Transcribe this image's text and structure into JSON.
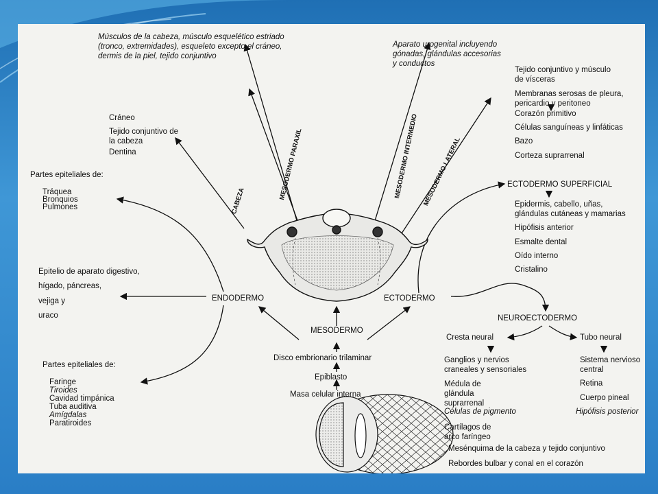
{
  "top_left_label": "Músculos de la cabeza, músculo esquelético estriado\n(tronco, extremidades), esqueleto excepto el cráneo,\ndermis de la piel, tejido conjuntivo",
  "top_right_label": "Aparato urogenital incluyendo\ngónadas, glándulas accesorias\ny conductos",
  "head_list": [
    "Cráneo",
    "Tejido conjuntivo de\nla cabeza",
    "Dentina"
  ],
  "epithelial_top_heading": "Partes epiteliales de:",
  "epithelial_top_items": [
    "Tráquea",
    "Bronquios",
    "Pulmones"
  ],
  "digestive_epithelium": [
    "Epitelio de aparato digestivo,",
    "hígado, páncreas,",
    "vejiga y",
    "uraco"
  ],
  "epithelial_bottom_heading": "Partes epiteliales de:",
  "epithelial_bottom_items": [
    "Faringe",
    "Tiroides",
    "Cavidad timpánica",
    "Tuba auditiva",
    "Amígdalas",
    "Paratiroides"
  ],
  "lateral_list": [
    "Tejido conjuntivo y músculo\nde vísceras",
    "Membranas serosas de pleura,\npericardio y peritoneo",
    "Corazón primitivo",
    "Células sanguíneas y linfáticas",
    "Bazo",
    "Corteza suprarrenal"
  ],
  "ectoderm_superficial_heading": "ECTODERMO SUPERFICIAL",
  "ectoderm_superficial_items": [
    "Epidermis, cabello, uñas,\nglándulas cutáneas y mamarias",
    "Hipófisis anterior",
    "Esmalte dental",
    "Oído interno",
    "Cristalino"
  ],
  "vertical_labels": {
    "cabeza": "CABEZA",
    "paraxil": "MESODERMO PARAXIL",
    "intermedio": "MESODERMO INTERMEDIO",
    "lateral": "MESODERMO LATERAL"
  },
  "germ_layers": {
    "endodermo": "ENDODERMO",
    "ectodermo": "ECTODERMO",
    "mesodermo": "MESODERMO"
  },
  "lineage": [
    "Disco embrionario trilaminar",
    "Epiblasto",
    "Masa celular interna"
  ],
  "neuroectodermo": "NEUROECTODERMO",
  "cresta_neural": "Cresta neural",
  "tubo_neural": "Tubo neural",
  "cresta_items": [
    "Ganglios y nervios\ncraneales y sensoriales",
    "Médula de\nglándula\nsuprarrenal",
    "Células de pigmento",
    "Cartílagos de\narco faríngeo",
    "Mesénquima de la cabeza y tejido conjuntivo",
    "Rebordes bulbar y conal en el corazón"
  ],
  "tubo_items": [
    "Sistema nervioso\ncentral",
    "Retina",
    "Cuerpo pineal",
    "Hipófisis posterior"
  ],
  "colors": {
    "background": "#2a7ec6",
    "paper": "#f3f3f0",
    "ink": "#111111"
  }
}
